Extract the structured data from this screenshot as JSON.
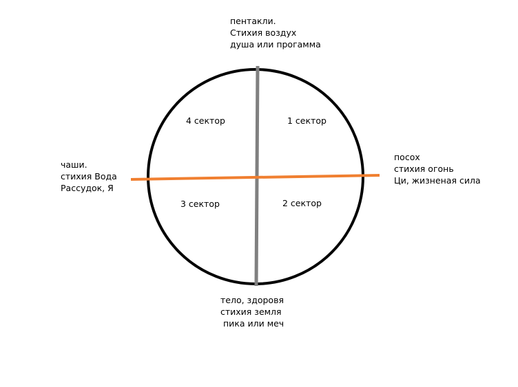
{
  "diagram": {
    "top": {
      "lines": [
        "пентакли.",
        "Стихия воздух",
        "душа или прогамма"
      ]
    },
    "right": {
      "lines": [
        "посох",
        "стихия огонь",
        "Ци, жизненая сила"
      ]
    },
    "left": {
      "lines": [
        "чаши.",
        "стихия Вода",
        "Рассудок, Я"
      ]
    },
    "bottom": {
      "lines": [
        "тело, здоровя",
        "стихия земля",
        "пика или меч"
      ]
    },
    "sectors": {
      "s1": "1 сектор",
      "s2": "2 сектор",
      "s3": "3 сектор",
      "s4": "4 сектор"
    },
    "colors": {
      "circle": "#000000",
      "vertical_line": "#808080",
      "horizontal_line": "#f07f30"
    }
  }
}
